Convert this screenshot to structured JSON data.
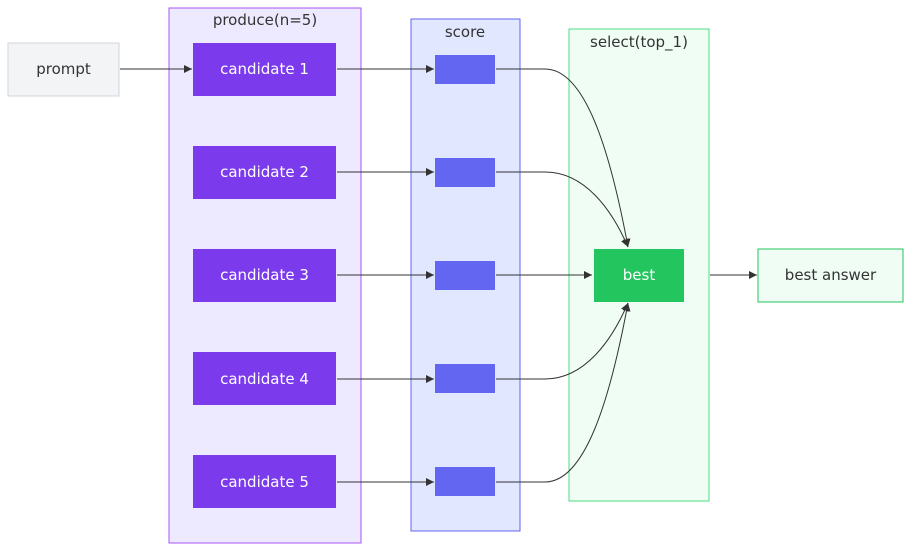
{
  "nodes": {
    "prompt": "prompt",
    "candidates": [
      "candidate 1",
      "candidate 2",
      "candidate 3",
      "candidate 4",
      "candidate 5"
    ],
    "best": "best",
    "best_answer": "best answer"
  },
  "groups": {
    "produce": "produce(n=5)",
    "score": "score",
    "select": "select(top_1)"
  },
  "colors": {
    "prompt_fill": "#f3f4f6",
    "prompt_stroke": "#d1d5db",
    "produce_fill": "#ede9fe",
    "produce_stroke": "#a855f7",
    "candidate_fill": "#7c3aed",
    "score_fill": "#e0e7ff",
    "score_stroke": "#6366f1",
    "score_box": "#6366f1",
    "select_fill": "#f0fdf4",
    "select_stroke": "#4ade80",
    "best_fill": "#22c55e",
    "answer_fill": "#f0fdf4",
    "answer_stroke": "#22c55e",
    "edge": "#333333"
  }
}
